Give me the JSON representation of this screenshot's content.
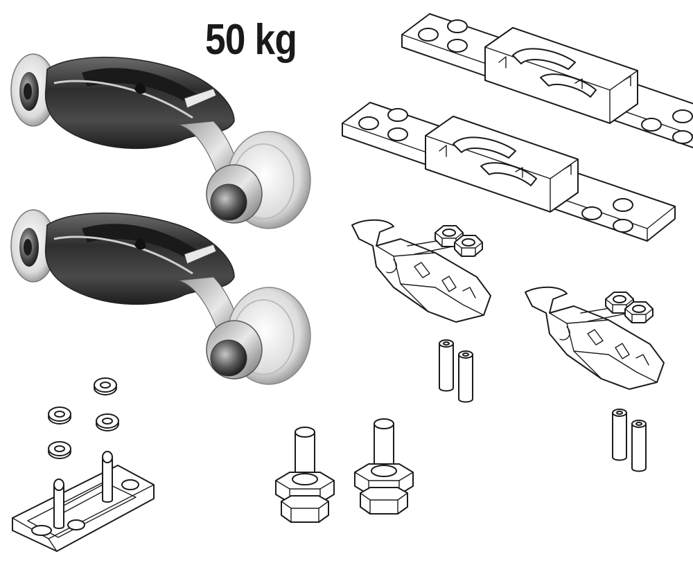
{
  "product": {
    "load_label": "50 kg"
  },
  "colors": {
    "background": "#ffffff",
    "outline": "#1b1b1b",
    "roller_body": "#3a3a3a",
    "roller_highlight": "#d9d9d9",
    "wheel_tread": "#e6e6e6"
  },
  "parts": {
    "carriage_count": 2,
    "mounting_plate_count": 2,
    "clamp_bracket_count": 2,
    "threaded_bolt_count": 2,
    "pin_pairs": 2,
    "nut_pairs": 2,
    "washer_count": 4,
    "icons": [
      "roller-carriage-icon",
      "mounting-plate-icon",
      "clamp-bracket-icon",
      "bolt-icon",
      "pin-icon",
      "nut-icon",
      "washer-icon",
      "guide-plate-icon"
    ]
  }
}
